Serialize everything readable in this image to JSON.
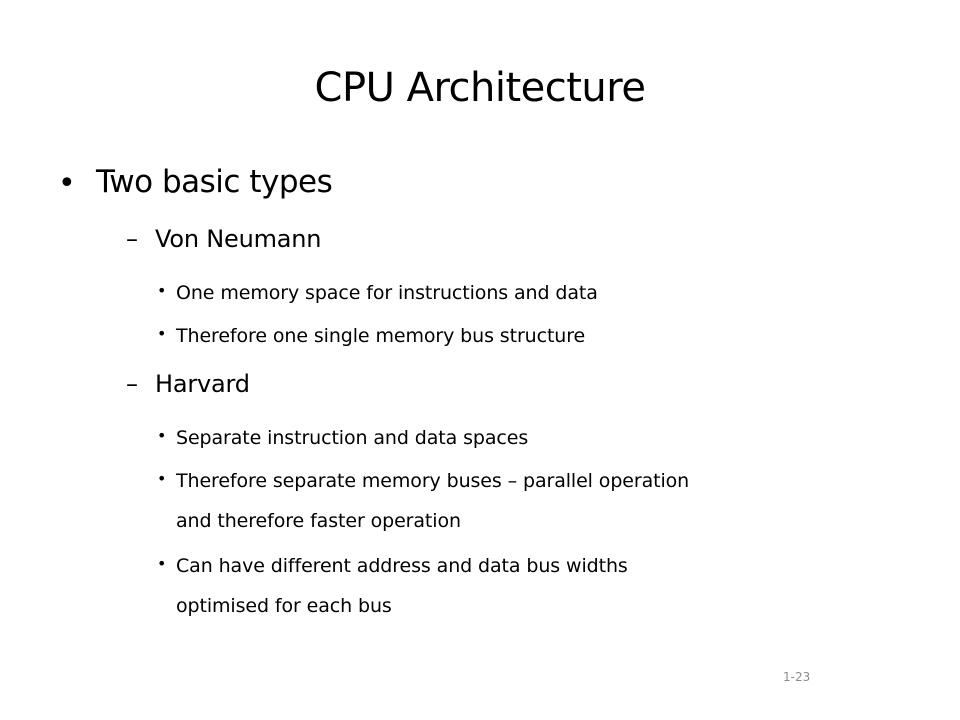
{
  "slide": {
    "title": "CPU Architecture",
    "slide_number": "1-23",
    "bullet_l1": "•",
    "dash_l2": "–",
    "bullet_l3": "•",
    "level1": "Two basic types",
    "von_neumann": {
      "heading": "Von Neumann",
      "points": [
        "One memory space for instructions and data",
        "Therefore one single memory bus structure"
      ]
    },
    "harvard": {
      "heading": "Harvard",
      "points": [
        "Separate instruction and data spaces",
        "Therefore separate memory buses – parallel operation",
        "and therefore faster operation",
        "Can have different address and data bus widths",
        "optimised for each bus"
      ]
    }
  }
}
